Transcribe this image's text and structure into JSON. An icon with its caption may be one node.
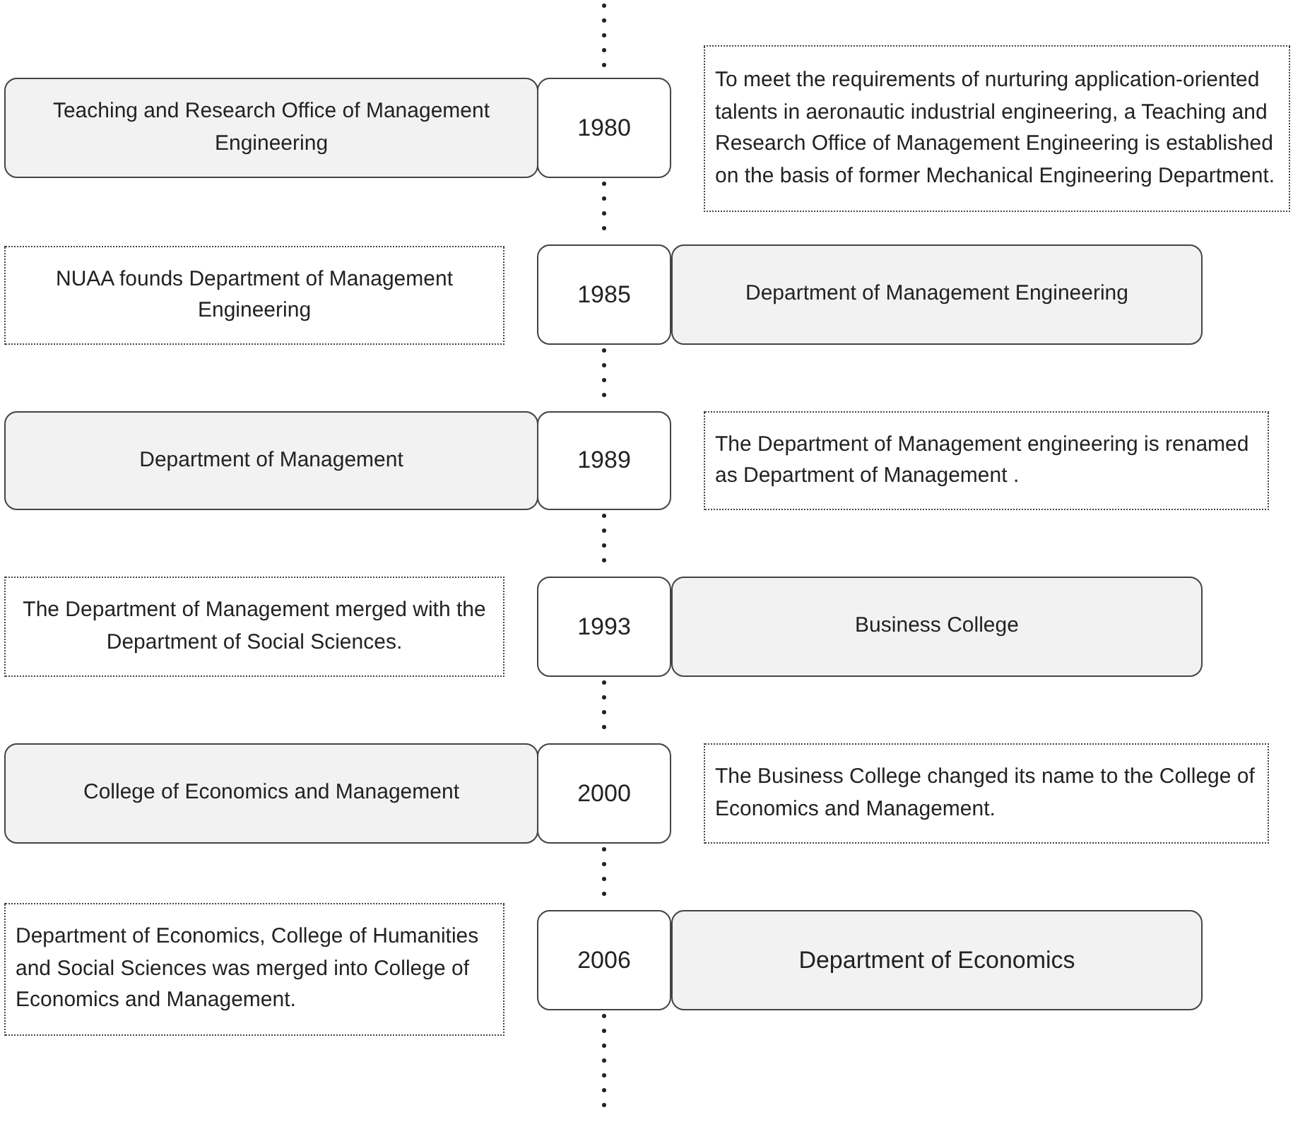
{
  "diagram": {
    "nodes": [
      {
        "text": [
          "Teaching and Research Office of Management Engineering"
        ]
      },
      {
        "text": [
          "1980"
        ]
      },
      {
        "text": [
          "To meet the requirements of nurturing application-oriented talents in aeronautic industrial engineering, a Teaching and Research Office of Management Engineering is established on the basis of former Mechanical Engineering Department."
        ]
      },
      {
        "text": [
          "NUAA founds Department of Management Engineering"
        ]
      },
      {
        "text": [
          "1985"
        ]
      },
      {
        "text": [
          "Department of Management Engineering"
        ]
      },
      {
        "text": [
          "Department of Management"
        ]
      },
      {
        "text": [
          "1989"
        ]
      },
      {
        "text": [
          "The Department of Management engineering is renamed as Department of Management ."
        ]
      },
      {
        "text": [
          "The Department of Management merged with the Department of Social Sciences."
        ]
      },
      {
        "text": [
          "1993"
        ]
      },
      {
        "text": [
          "Business College"
        ]
      },
      {
        "text": [
          "College of Economics and Management"
        ]
      },
      {
        "text": [
          "2000"
        ]
      },
      {
        "text": [
          "The Business College changed its name to the College of Economics and Management."
        ]
      },
      {
        "text": [
          "Department of Economics, College of Humanities and Social Sciences was merged into College of Economics and Management."
        ]
      },
      {
        "text": [
          "2006"
        ]
      },
      {
        "text": [
          "Department of Economics"
        ]
      }
    ],
    "edges": [
      {
        "from": null,
        "to": 1,
        "arrow": "none",
        "style": "dashed"
      },
      {
        "from": 1,
        "to": 4,
        "arrow": "none",
        "style": "dashed"
      },
      {
        "from": 4,
        "to": 7,
        "arrow": "none",
        "style": "dashed"
      },
      {
        "from": 7,
        "to": 10,
        "arrow": "none",
        "style": "dashed"
      },
      {
        "from": 10,
        "to": 13,
        "arrow": "none",
        "style": "dashed"
      },
      {
        "from": 13,
        "to": 16,
        "arrow": "none",
        "style": "dashed"
      },
      {
        "from": 16,
        "to": null,
        "arrow": "none",
        "style": "dashed"
      }
    ]
  }
}
